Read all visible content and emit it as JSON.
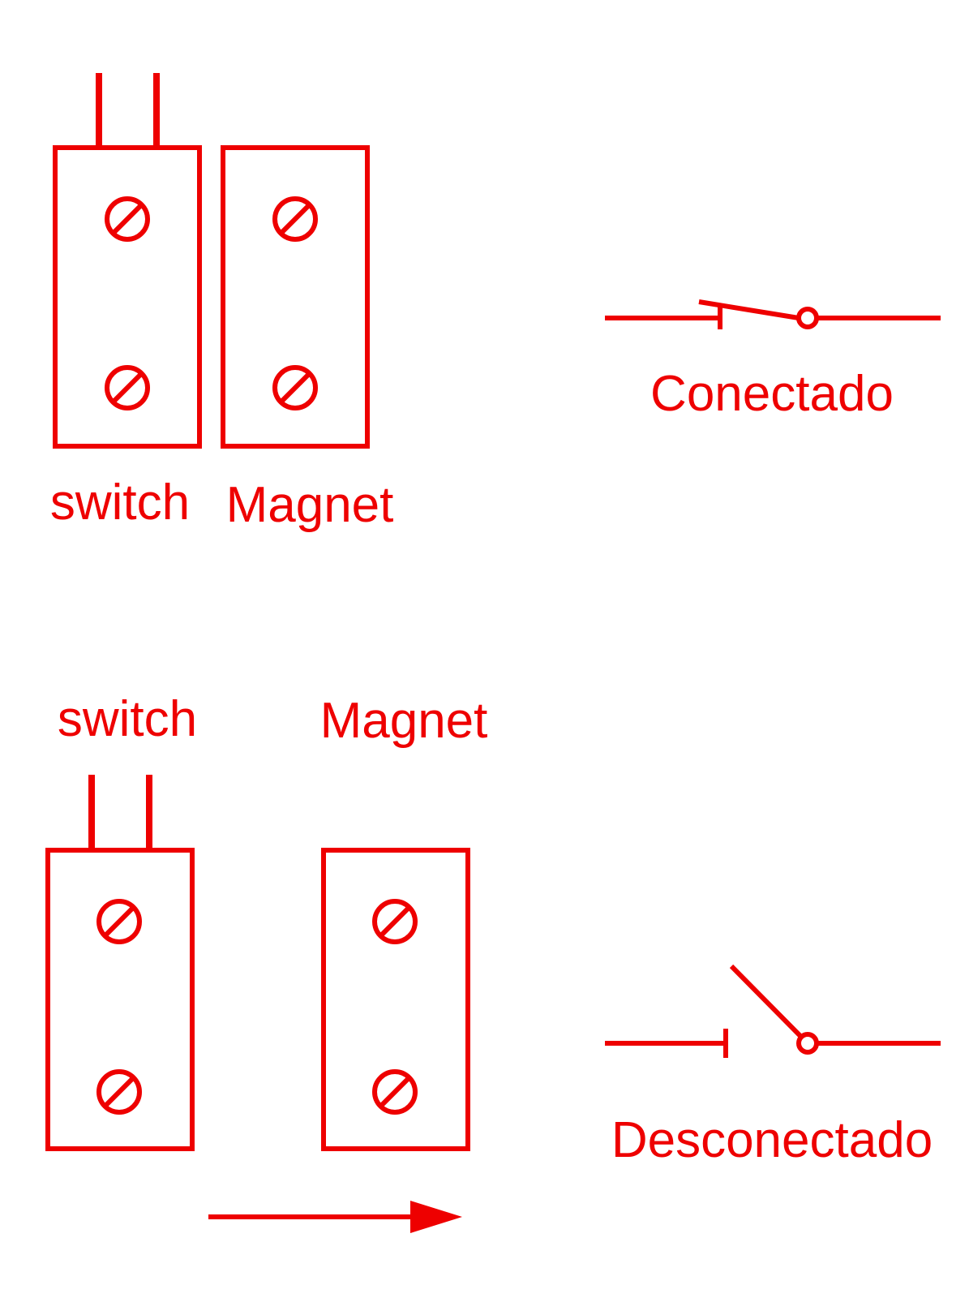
{
  "diagram": {
    "connected": {
      "switch_label": "switch",
      "magnet_label": "Magnet",
      "state_label": "Conectado"
    },
    "disconnected": {
      "switch_label": "switch",
      "magnet_label": "Magnet",
      "state_label": "Desconectado"
    },
    "colors": {
      "ink": "#ee0000",
      "background": "#ffffff"
    }
  }
}
